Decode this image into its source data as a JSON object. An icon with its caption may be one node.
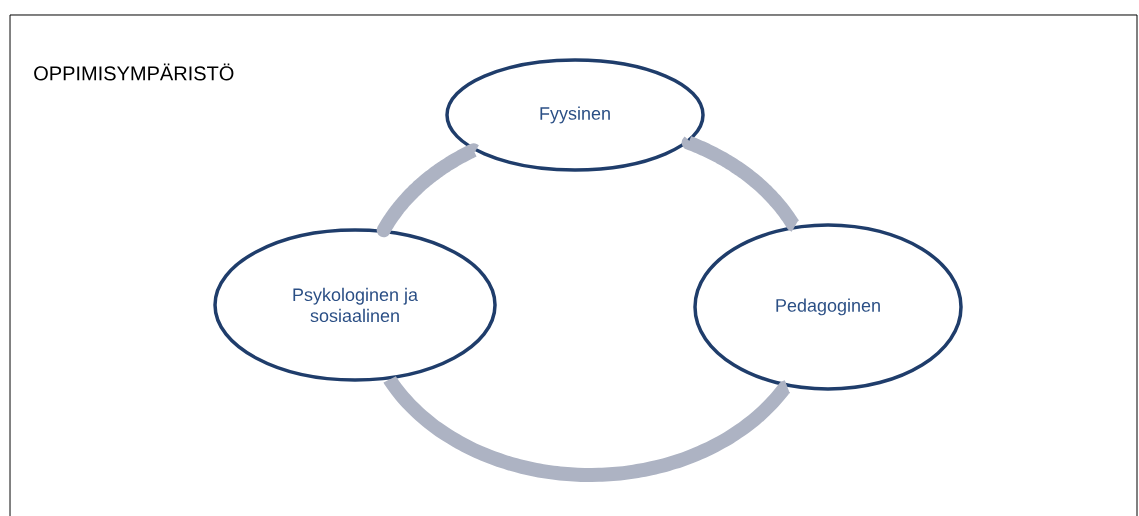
{
  "diagram": {
    "nodes": [
      {
        "text": [
          "OPPIMISYMPÄRISTÖ"
        ]
      },
      {
        "text": [
          "Fyysinen"
        ],
        "in": 0
      },
      {
        "text": [
          "Pedagoginen"
        ],
        "in": 0
      },
      {
        "text": [
          "Psykologinen ja sosiaalinen"
        ],
        "in": 0
      }
    ],
    "edges": [
      {
        "from": 1,
        "to": 2,
        "arrow": "none"
      },
      {
        "from": 2,
        "to": 3,
        "arrow": "none"
      },
      {
        "from": 3,
        "to": 1,
        "arrow": "none"
      }
    ]
  }
}
